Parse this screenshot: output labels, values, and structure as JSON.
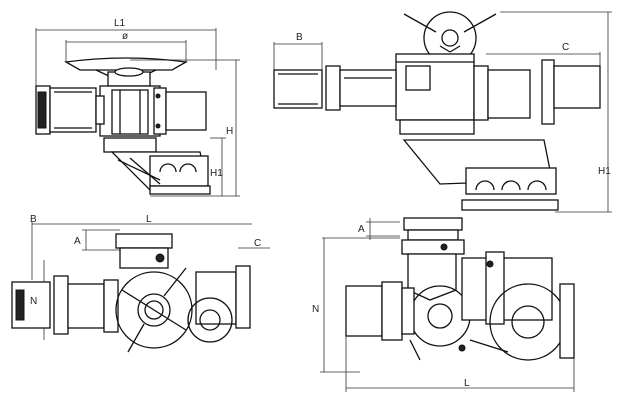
{
  "views": {
    "top_left": {
      "l1": "L1",
      "dia": "ø",
      "h": "H",
      "h1": "H1"
    },
    "top_right": {
      "b": "B",
      "c": "C",
      "h1": "H1"
    },
    "bottom_left": {
      "b": "B",
      "l": "L",
      "a": "A",
      "c": "C",
      "n": "N"
    },
    "bottom_right": {
      "a": "A",
      "n": "N",
      "l": "L"
    }
  }
}
